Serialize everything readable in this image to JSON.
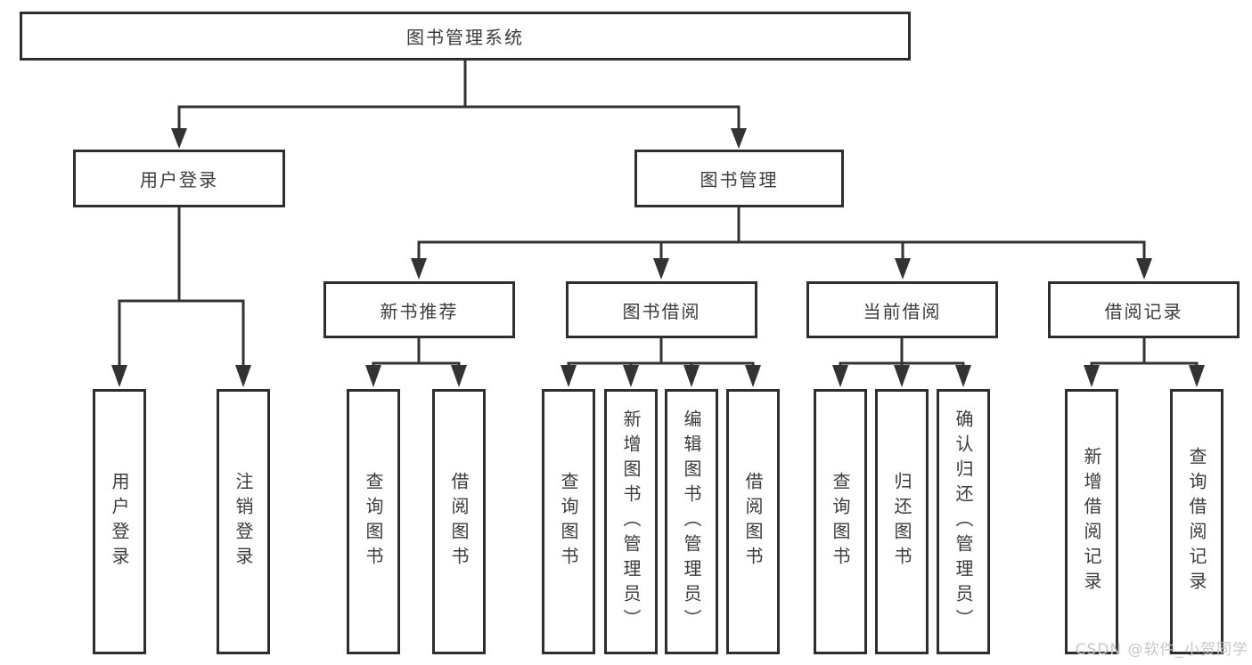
{
  "diagram": {
    "root": {
      "label": "图书管理系统"
    },
    "branches": [
      {
        "label": "用户登录",
        "children": [
          {
            "label": "用户登录"
          },
          {
            "label": "注销登录"
          }
        ]
      },
      {
        "label": "图书管理",
        "children": [
          {
            "label": "新书推荐",
            "children": [
              {
                "label": "查询图书"
              },
              {
                "label": "借阅图书"
              }
            ]
          },
          {
            "label": "图书借阅",
            "children": [
              {
                "label": "查询图书"
              },
              {
                "label": "新增图书（管理员）"
              },
              {
                "label": "编辑图书（管理员）"
              },
              {
                "label": "借阅图书"
              }
            ]
          },
          {
            "label": "当前借阅",
            "children": [
              {
                "label": "查询图书"
              },
              {
                "label": "归还图书"
              },
              {
                "label": "确认归还（管理员）"
              }
            ]
          },
          {
            "label": "借阅记录",
            "children": [
              {
                "label": "新增借阅记录"
              },
              {
                "label": "查询借阅记录"
              }
            ]
          }
        ]
      }
    ]
  },
  "watermark": {
    "text": "CSDN @软件_小贺同学"
  },
  "colors": {
    "line": "#333333",
    "box_border": "#2e2e2e",
    "text": "#3b3b40",
    "watermark": "#c7c7c7",
    "background": "#ffffff"
  }
}
